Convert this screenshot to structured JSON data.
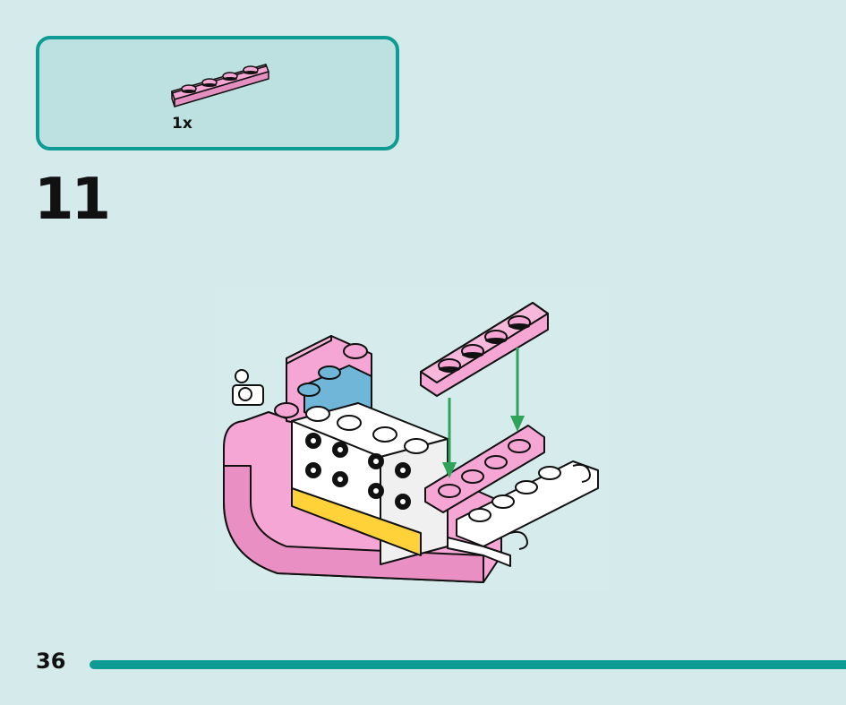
{
  "parts_list": {
    "items": [
      {
        "name": "plate-1x4",
        "color": "#f6a6d4",
        "quantity": "1x"
      }
    ]
  },
  "step": {
    "number": "11"
  },
  "footer": {
    "page_number": "36"
  },
  "colors": {
    "accent": "#0e9b93",
    "background": "#d5ebeb",
    "pink_brick": "#f6a6d4",
    "white_brick": "#ffffff",
    "blue_brick": "#6fb6d8",
    "yellow_accent": "#ffd23a",
    "arrow": "#2fa35a"
  }
}
